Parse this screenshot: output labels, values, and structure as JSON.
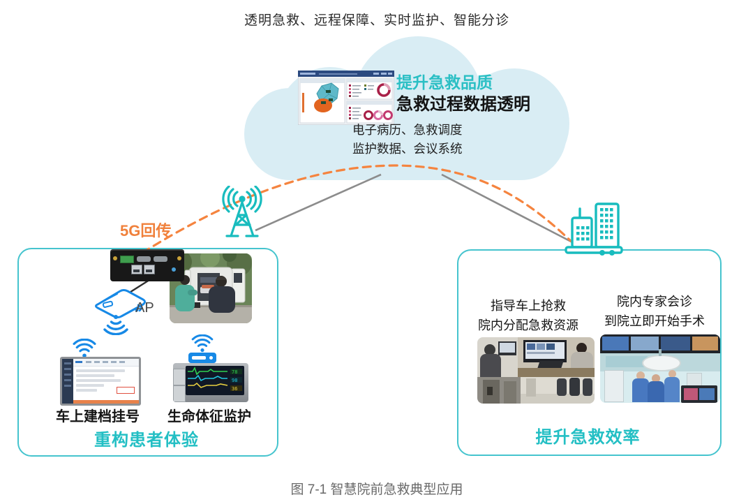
{
  "tagline": "透明急救、远程保障、实时监护、智能分诊",
  "cloud": {
    "title": "提升急救品质",
    "subtitle": "急救过程数据透明",
    "detail_line1": "电子病历、急救调度",
    "detail_line2": "监护数据、会议系统"
  },
  "network": {
    "backhaul_label": "5G回传",
    "ap_label": "AP"
  },
  "left_panel": {
    "item1_label": "车上建档挂号",
    "item2_label": "生命体征监护",
    "title": "重构患者体验"
  },
  "right_panel": {
    "benefit1_line1": "指导车上抢救",
    "benefit1_line2": "院内分配急救资源",
    "benefit2_line1": "院内专家会诊",
    "benefit2_line2": "到院立即开始手术",
    "title": "提升急救效率"
  },
  "caption": "图 7-1  智慧院前急救典型应用",
  "colors": {
    "accent_teal": "#1FBDC2",
    "panel_border_teal": "#45C4CE",
    "orange": "#F0813C",
    "icon_blue": "#1789E6",
    "cloud_fill": "#D9EDF4",
    "connector_gray": "#8C8C8C",
    "text_dark": "#1F1F1F",
    "caption_gray": "#696969"
  }
}
